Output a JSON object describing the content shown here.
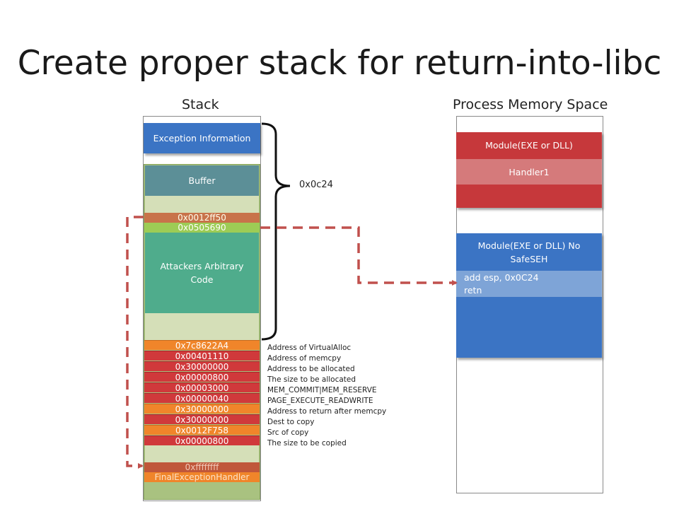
{
  "title": "Create proper stack for return-into-libc",
  "stack": {
    "heading": "Stack",
    "exception_info": "Exception Information",
    "buffer": "Buffer",
    "addr_ff50": "0x0012ff50",
    "addr_5690": "0x0505690",
    "attacker_code": "Attackers Arbitrary Code",
    "brace_label": "0x0c24",
    "rows": [
      {
        "value": "0x7c8622A4",
        "note": "Address of VirtualAlloc"
      },
      {
        "value": "0x00401110",
        "note": "Address of memcpy"
      },
      {
        "value": "0x30000000",
        "note": "Address to be allocated"
      },
      {
        "value": "0x00000800",
        "note": "The size to be allocated"
      },
      {
        "value": "0x00003000",
        "note": "MEM_COMMIT|MEM_RESERVE"
      },
      {
        "value": "0x00000040",
        "note": "PAGE_EXECUTE_READWRITE"
      },
      {
        "value": "0x30000000",
        "note": "Address to return after memcpy"
      },
      {
        "value": "0x30000000",
        "note": "Dest to copy"
      },
      {
        "value": "0x0012F758",
        "note": "Src of copy"
      },
      {
        "value": "0x00000800",
        "note": "The size to be copied"
      }
    ],
    "ffffffff": "0xffffffff",
    "final_handler": "FinalExceptionHandler"
  },
  "memory": {
    "heading": "Process Memory Space",
    "module1": "Module(EXE or DLL)",
    "handler1": "Handler1",
    "module2": "Module(EXE or DLL) No SafeSEH",
    "code_line1": "add esp, 0x0C24",
    "code_line2": "retn"
  },
  "colors": {
    "blue": "#3b74c4",
    "teal_green": "#4fac8c",
    "orange": "#f0852a",
    "red": "#d0393b",
    "arrow": "#c0504d"
  }
}
